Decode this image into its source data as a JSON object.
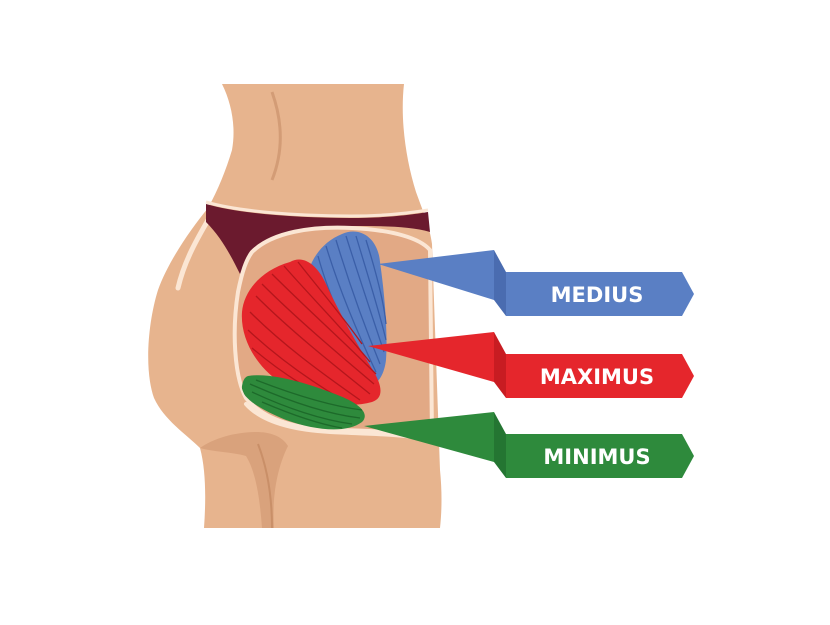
{
  "colors": {
    "background": "#ffffff",
    "skin": "#e7b48e",
    "skin_shadow": "#d9a27c",
    "skin_outline": "#c98f68",
    "underwear": "#6b1a2e",
    "highlight": "#fbe6d4",
    "medius": "#5a7fc4",
    "maximus": "#e5262c",
    "minimus": "#2e8a3c"
  },
  "labels": [
    {
      "id": "medius",
      "text": "MEDIUS",
      "color": "#5a7fc4"
    },
    {
      "id": "maximus",
      "text": "MAXIMUS",
      "color": "#e5262c"
    },
    {
      "id": "minimus",
      "text": "MINIMUS",
      "color": "#2e8a3c"
    }
  ]
}
